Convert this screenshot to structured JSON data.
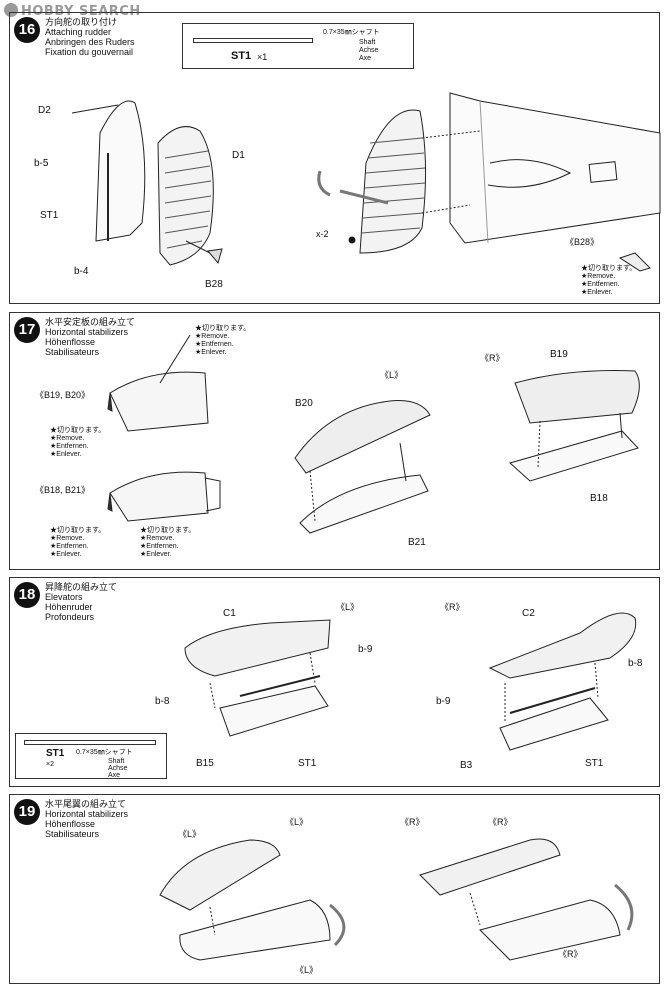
{
  "watermark": "HOBBY SEARCH",
  "step16": {
    "number": "16",
    "titles": [
      "方向舵の取り付け",
      "Attaching rudder",
      "Anbringen des Ruders",
      "Fixation du gouvernail"
    ],
    "partbox": {
      "label": "ST1",
      "qty": "×1",
      "spec": "0.7×35㎜シャフト",
      "names": [
        "Shaft",
        "Achse",
        "Axe"
      ]
    },
    "labels": {
      "d2": "D2",
      "d1": "D1",
      "st1": "ST1",
      "b28": "B28",
      "b28_detail": "《B28》",
      "b5": "b-5",
      "b4": "b-4",
      "x2": "x-2"
    },
    "remove": [
      "★切り取ります。",
      "★Remove.",
      "★Entfernen.",
      "★Enlever."
    ]
  },
  "step17": {
    "number": "17",
    "titles": [
      "水平安定板の組み立て",
      "Horizontal stabilizers",
      "Höhenflosse",
      "Stabilisateurs"
    ],
    "labels": {
      "b19b20": "《B19, B20》",
      "b18b21": "《B18, B21》",
      "left": "《L》",
      "right": "《R》",
      "b20": "B20",
      "b21": "B21",
      "b19": "B19",
      "b18": "B18"
    },
    "remove": [
      "★切り取ります。",
      "★Remove.",
      "★Entfernen.",
      "★Enlever."
    ]
  },
  "step18": {
    "number": "18",
    "titles": [
      "昇降舵の組み立て",
      "Elevators",
      "Höhenruder",
      "Profondeurs"
    ],
    "partbox": {
      "label": "ST1",
      "qty": "×2",
      "spec": "0.7×35㎜シャフト",
      "names": [
        "Shaft",
        "Achse",
        "Axe"
      ]
    },
    "labels": {
      "c1": "C1",
      "c2": "C2",
      "left": "《L》",
      "right": "《R》",
      "b15": "B15",
      "b3": "B3",
      "st1a": "ST1",
      "st1b": "ST1",
      "b9a": "b-9",
      "b9b": "b-9",
      "b8a": "b-8",
      "b8b": "b-8"
    }
  },
  "step19": {
    "number": "19",
    "titles": [
      "水平尾翼の組み立て",
      "Horizontal stabilizers",
      "Höhenflosse",
      "Stabilisateurs"
    ],
    "labels": {
      "l1": "《L》",
      "l2": "《L》",
      "l3": "《L》",
      "r1": "《R》",
      "r2": "《R》",
      "r3": "《R》"
    }
  },
  "colors": {
    "ink": "#111111",
    "panel_border": "#333333",
    "watermark": "#9a9a9a",
    "arrow_fill": "#777777"
  }
}
